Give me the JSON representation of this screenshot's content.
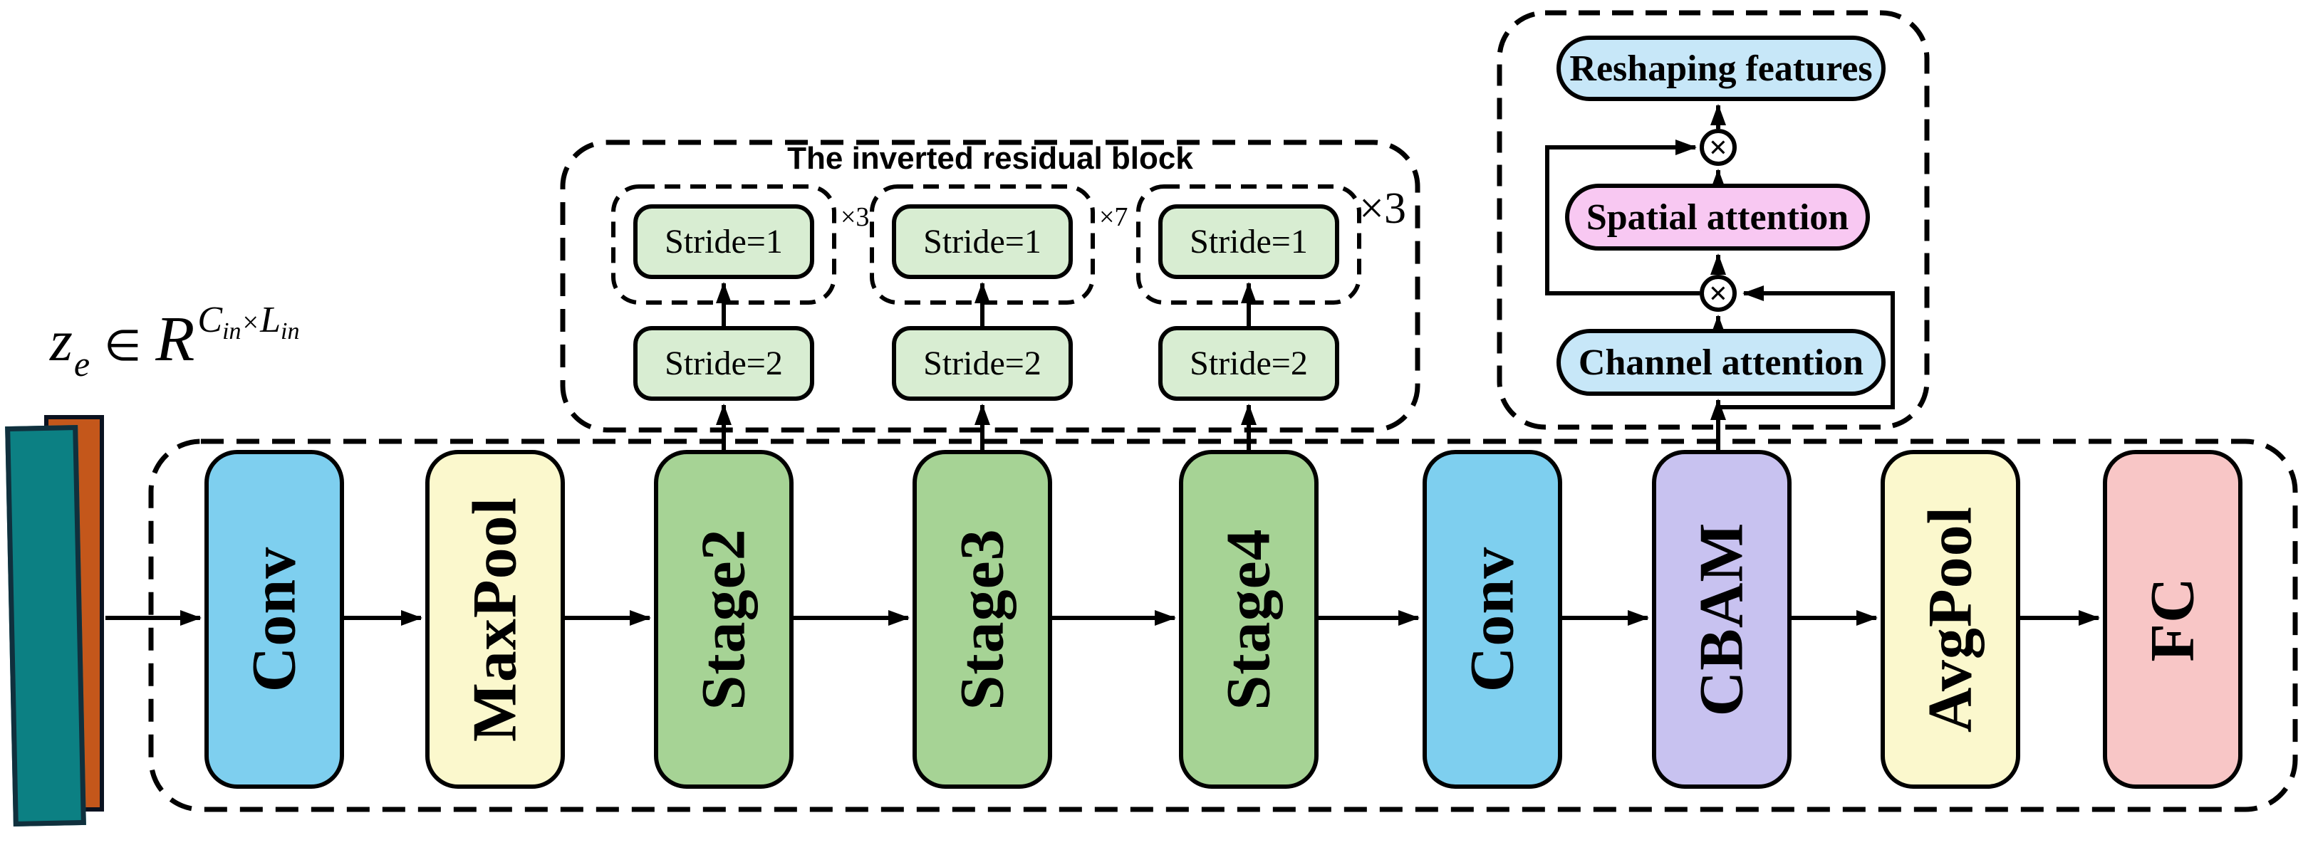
{
  "input": {
    "formula": {
      "z": "z",
      "z_sub": "e",
      "element_of": "∈",
      "set": "R",
      "dim_c": "C",
      "dim_c_sub": "in",
      "times": "×",
      "dim_l": "L",
      "dim_l_sub": "in"
    },
    "colors": {
      "teal_slab": "#0C8083",
      "orange_slab": "#C4571B"
    }
  },
  "pipeline": {
    "boxes": [
      {
        "label": "Conv",
        "color": "#7ECFEF"
      },
      {
        "label": "MaxPool",
        "color": "#FBF8CD"
      },
      {
        "label": "Stage2",
        "color": "#A6D395"
      },
      {
        "label": "Stage3",
        "color": "#A6D395"
      },
      {
        "label": "Stage4",
        "color": "#A6D395"
      },
      {
        "label": "Conv",
        "color": "#7ECFEF"
      },
      {
        "label": "CBAM",
        "color": "#C8C2F0"
      },
      {
        "label": "AvgPool",
        "color": "#FBF8CD"
      },
      {
        "label": "FC",
        "color": "#F8C6C6"
      }
    ]
  },
  "inverted_residual_block": {
    "title": "The inverted residual block",
    "stride_color": "#D8EDD2",
    "groups": [
      {
        "top": "Stride=1",
        "bottom": "Stride=2",
        "repeat": "×3"
      },
      {
        "top": "Stride=1",
        "bottom": "Stride=2",
        "repeat": "×7"
      },
      {
        "top": "Stride=1",
        "bottom": "Stride=2",
        "repeat": "×3"
      }
    ]
  },
  "cbam_detail": {
    "reshaping": "Reshaping features",
    "spatial": "Spatial attention",
    "channel": "Channel attention",
    "multiply": "×",
    "colors": {
      "attention_blue": "#C7E7F8",
      "spatial_pink": "#F8C8F2"
    }
  }
}
